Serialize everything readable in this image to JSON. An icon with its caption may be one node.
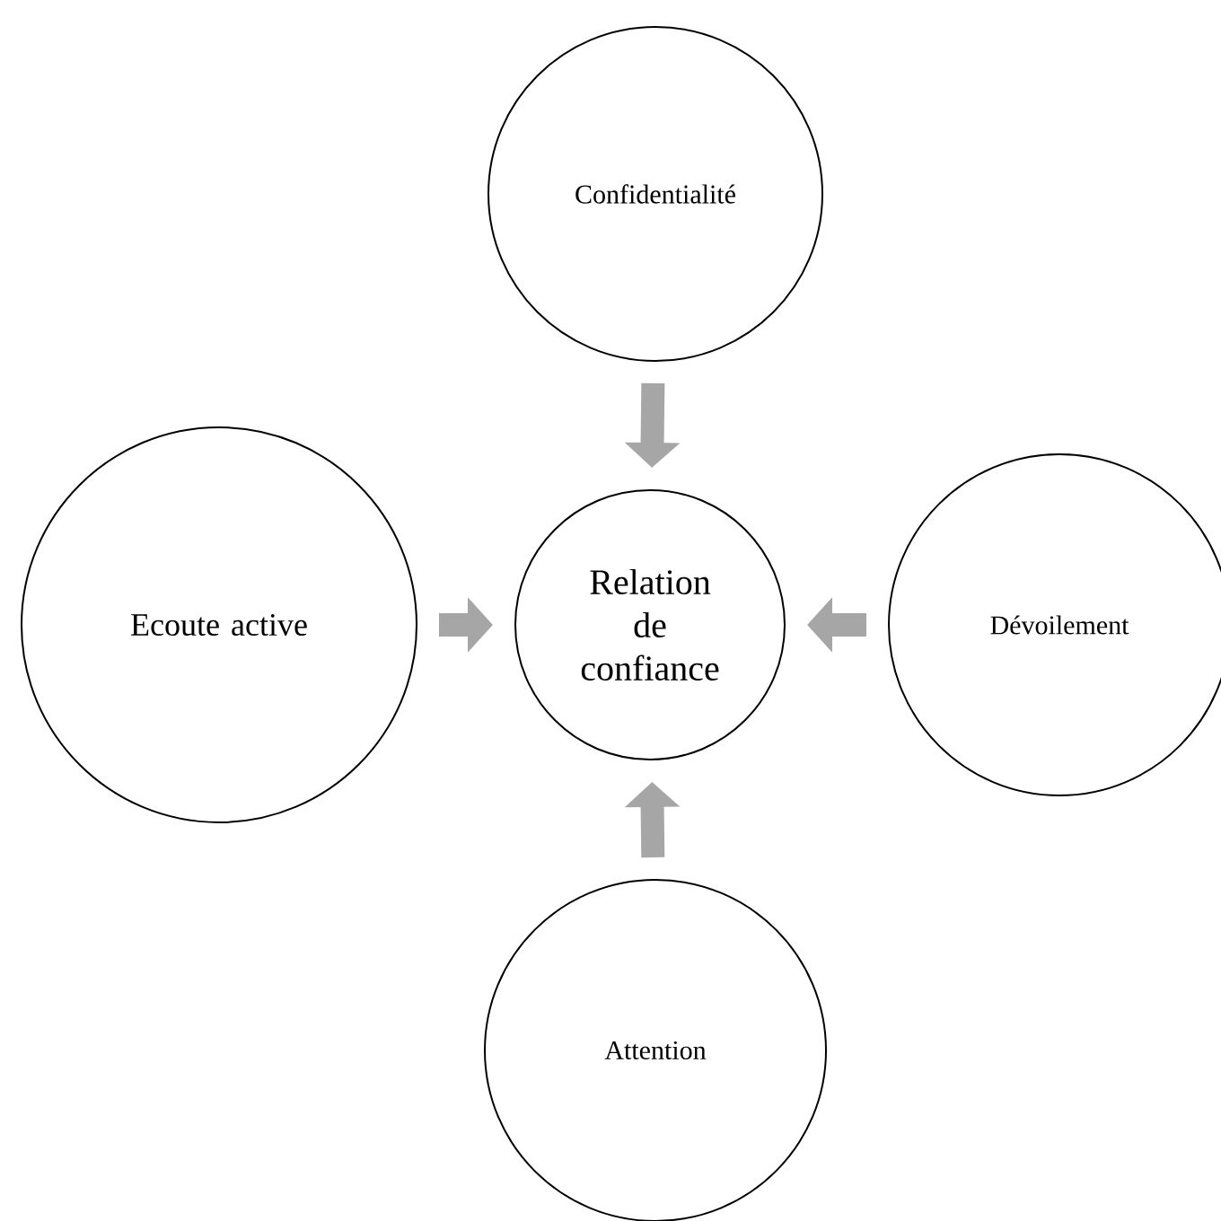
{
  "diagram": {
    "nodes": [
      {
        "text": [
          "Confidentialité"
        ]
      },
      {
        "text": [
          "Ecoute active"
        ]
      },
      {
        "text": [
          "Relation de confiance"
        ]
      },
      {
        "text": [
          "Dévoilement"
        ]
      },
      {
        "text": [
          "Attention"
        ]
      }
    ],
    "edges": [
      {
        "from": 0,
        "to": 2,
        "arrow": "to"
      },
      {
        "from": 1,
        "to": 2,
        "arrow": "to"
      },
      {
        "from": 3,
        "to": 2,
        "arrow": "to"
      },
      {
        "from": 4,
        "to": 2,
        "arrow": "to"
      }
    ]
  }
}
